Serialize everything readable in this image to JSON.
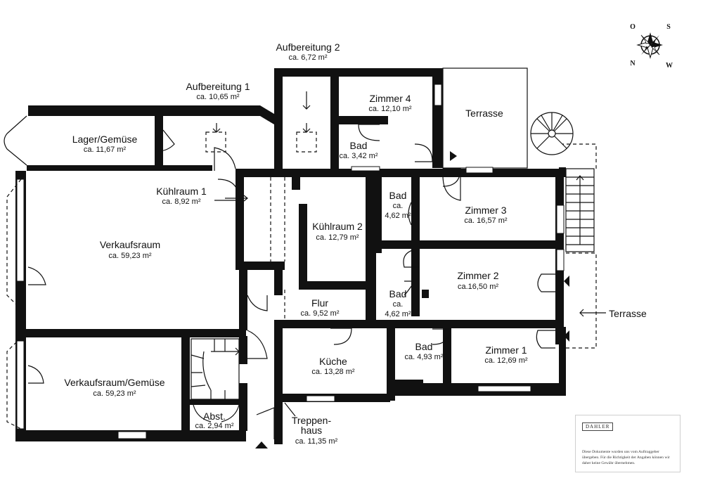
{
  "rooms": {
    "lager": {
      "name": "Lager/Gemüse",
      "area": "ca. 11,67 m²"
    },
    "aufb1": {
      "name": "Aufbereitung 1",
      "area": "ca. 10,65 m²"
    },
    "aufb2": {
      "name": "Aufbereitung 2",
      "area": "ca. 6,72 m²"
    },
    "zimmer4": {
      "name": "Zimmer 4",
      "area": "ca. 12,10 m²"
    },
    "terrasse_top": {
      "name": "Terrasse"
    },
    "bad1": {
      "name": "Bad",
      "area": "ca. 3,42 m²"
    },
    "kuehl1": {
      "name": "Kühlraum 1",
      "area": "ca. 8,92 m²"
    },
    "verkauf": {
      "name": "Verkaufsraum",
      "area": "ca. 59,23 m²"
    },
    "kuehl2": {
      "name": "Kühlraum 2",
      "area": "ca. 12,79 m²"
    },
    "bad2": {
      "name": "Bad",
      "area1": "ca.",
      "area2": "4,62 m²"
    },
    "zimmer3": {
      "name": "Zimmer 3",
      "area": "ca. 16,57 m²"
    },
    "zimmer2": {
      "name": "Zimmer 2",
      "area": "ca.16,50 m²"
    },
    "bad3": {
      "name": "Bad",
      "area1": "ca.",
      "area2": "4,62 m²"
    },
    "flur": {
      "name": "Flur",
      "area": "ca. 9,52 m²"
    },
    "terrasse_right": {
      "name": "Terrasse"
    },
    "verkauf_gem": {
      "name": "Verkaufsraum/Gemüse",
      "area": "ca. 59,23 m²"
    },
    "kueche": {
      "name": "Küche",
      "area": "ca. 13,28 m²"
    },
    "bad4": {
      "name": "Bad",
      "area": "ca. 4,93 m²"
    },
    "zimmer1": {
      "name": "Zimmer 1",
      "area": "ca. 12,69 m²"
    },
    "abst": {
      "name": "Abst.",
      "area": "ca. 2,94 m²"
    },
    "treppe": {
      "name1": "Treppen-",
      "name2": "haus",
      "area": "ca. 11,35 m²"
    }
  },
  "compass": {
    "o": "O",
    "s": "S",
    "n": "N",
    "w": "W"
  },
  "disclaimer": {
    "brand": "DAHLER",
    "text": "Diese Dokumente wurden uns vom Auftraggeber übergeben. Für die Richtigkeit der Angaben können wir daher keine Gewähr übernehmen."
  }
}
